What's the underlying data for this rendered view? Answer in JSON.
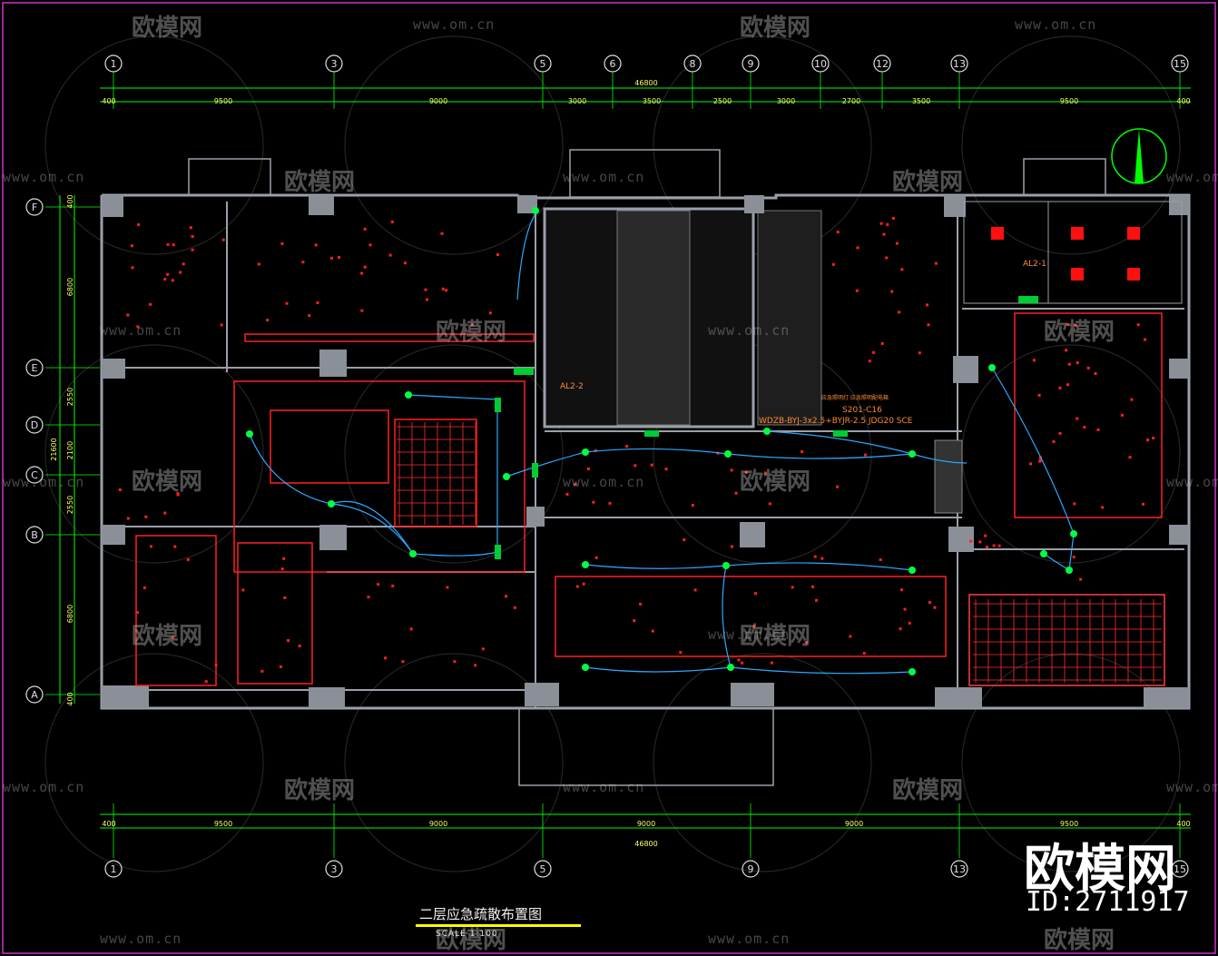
{
  "drawing": {
    "title": "二层应急疏散布置图",
    "scale": "SCALE 1:100",
    "north_arrow": "north-arrow-icon"
  },
  "axes": {
    "columns": [
      "1",
      "3",
      "5",
      "6",
      "8",
      "9",
      "10",
      "12",
      "13",
      "15"
    ],
    "bottom_columns": [
      "1",
      "3",
      "5",
      "9",
      "13",
      "15"
    ],
    "rows": [
      "F",
      "E",
      "D",
      "C",
      "B",
      "A"
    ],
    "top_total": "46800",
    "top_dims": [
      "400",
      "9500",
      "9000",
      "3000",
      "3500",
      "2500",
      "3000",
      "2700",
      "3500",
      "9500",
      "400"
    ],
    "bottom_total": "46800",
    "bottom_dims": [
      "400",
      "9500",
      "9000",
      "9000",
      "9000",
      "9500",
      "400"
    ],
    "left_total": "21600",
    "left_dims": [
      "400",
      "6800",
      "2550",
      "2100",
      "2550",
      "6800",
      "400"
    ]
  },
  "labels": {
    "panel_a": "AL2-1",
    "panel_b": "AL2-2",
    "circuit": "S201-C16",
    "cable": "WDZB-BYJ-3x2.5+BYJR-2.5  JDG20 SCE",
    "note": "应急照明灯  应急照明配电箱"
  },
  "watermark": {
    "brand": "欧模网",
    "url": "www.om.cn",
    "brand_large": "欧模网",
    "id": "ID:2711917"
  },
  "colors": {
    "background": "#000000",
    "wall": "#9aa0aa",
    "grid": "#00ff00",
    "fixture": "#ff2020",
    "wire": "#2aa8ff",
    "emergency": "#00ff44",
    "frame": "#cc33cc",
    "title_line": "#ffff00"
  }
}
